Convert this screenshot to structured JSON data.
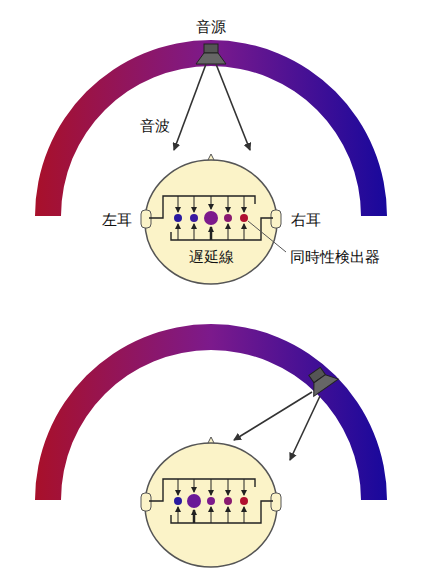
{
  "diagram": {
    "labels": [
      "音源",
      "音波",
      "左耳",
      "右耳",
      "遅延線",
      "同時性検出器"
    ]
  }
}
